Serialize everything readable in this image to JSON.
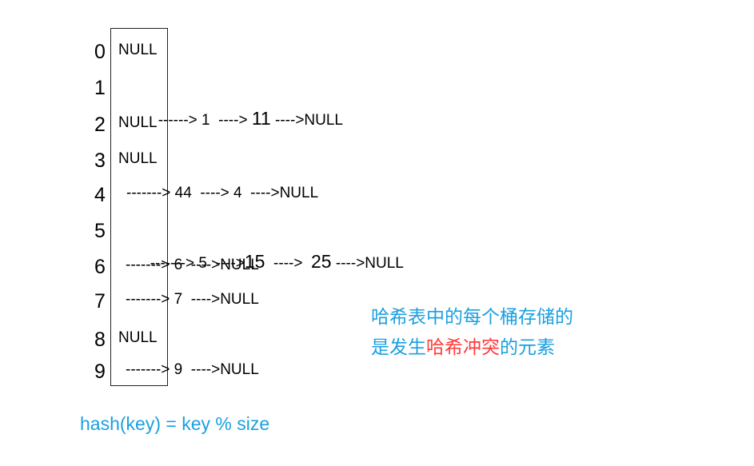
{
  "buckets": [
    {
      "index": "0",
      "null": "NULL",
      "chain": ""
    },
    {
      "index": "1",
      "null": "",
      "chain": "------> 1  ----> ",
      "tail": "11",
      "end": " ---->NULL"
    },
    {
      "index": "2",
      "null": "NULL",
      "chain": ""
    },
    {
      "index": "3",
      "null": "NULL",
      "chain": ""
    },
    {
      "index": "4",
      "null": "",
      "chain": "-------> 44  ----> 4  ---->NULL"
    },
    {
      "index": "5",
      "null": "",
      "chain": "-------> 5  ---->",
      "tail": "15",
      "mid": "  ---->  ",
      "tail2": "25",
      "end": " ---->NULL"
    },
    {
      "index": "6",
      "null": "",
      "chain": "-------> 6  ---->NULL"
    },
    {
      "index": "7",
      "null": "",
      "chain": "-------> 7  ---->NULL"
    },
    {
      "index": "8",
      "null": "NULL",
      "chain": ""
    },
    {
      "index": "9",
      "null": "",
      "chain": "-------> 9  ---->NULL"
    }
  ],
  "note": {
    "line1": "哈希表中的每个桶存储的",
    "line2_a": "是发生",
    "line2_b": "哈希冲突",
    "line2_c": "的元素"
  },
  "formula": "hash(key) = key % size",
  "colors": {
    "accent_blue": "#1aa0e0",
    "accent_red": "#ff3b3b"
  }
}
